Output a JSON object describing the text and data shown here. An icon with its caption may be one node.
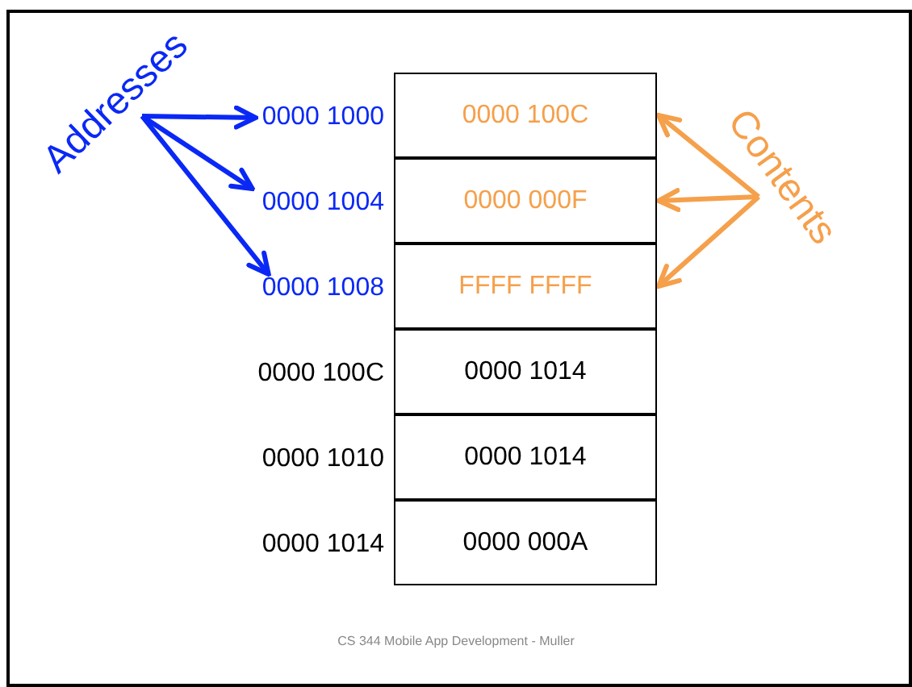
{
  "diagram": {
    "nodes": [
      {
        "text": [
          "Addresses"
        ]
      },
      {
        "text": [
          "0000 1000"
        ]
      },
      {
        "text": [
          "0000 1004"
        ]
      },
      {
        "text": [
          "0000 1008"
        ]
      },
      {
        "text": [
          "0000 100C"
        ]
      },
      {
        "text": [
          "0000 000F"
        ]
      },
      {
        "text": [
          "FFFF FFFF"
        ]
      },
      {
        "text": [
          "0000 1014"
        ]
      },
      {
        "text": [
          "0000 1014"
        ]
      },
      {
        "text": [
          "0000 000A"
        ]
      },
      {
        "text": [
          "Contents"
        ]
      }
    ],
    "edges": [
      {
        "from": 0,
        "to": 1,
        "arrow": "to",
        "color": "#0a28f5"
      },
      {
        "from": 0,
        "to": 2,
        "arrow": "to",
        "color": "#0a28f5"
      },
      {
        "from": 0,
        "to": 3,
        "arrow": "to",
        "color": "#0a28f5"
      },
      {
        "from": 10,
        "to": 4,
        "arrow": "to",
        "color": "#f5a04b"
      },
      {
        "from": 10,
        "to": 5,
        "arrow": "to",
        "color": "#f5a04b"
      },
      {
        "from": 10,
        "to": 6,
        "arrow": "to",
        "color": "#f5a04b"
      }
    ],
    "labels": [
      "0000 100C",
      "0000 1010",
      "0000 1014",
      "CS 344 Mobile App Development - Muller"
    ]
  }
}
